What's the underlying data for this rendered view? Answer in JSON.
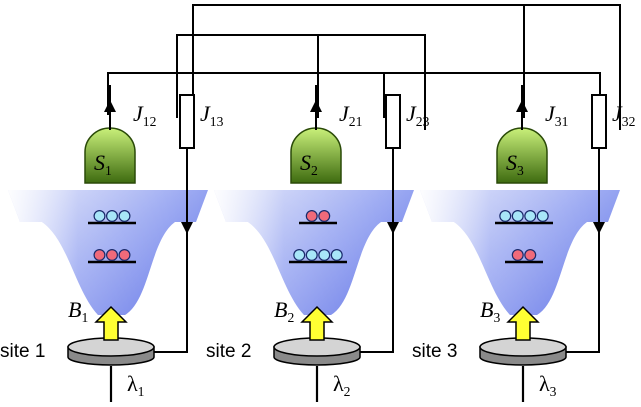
{
  "colors": {
    "gate_dark": "#3e6b10",
    "gate_light": "#c9f07a",
    "funnel_blue": "#7d8ff0",
    "funnel_white": "#ffffff",
    "arrow_fill": "#ffff33",
    "disk_top": "#d4d4d4",
    "disk_side": "#8a8a8a",
    "dot_cyan": "#a8e6f8",
    "dot_red": "#f06a7a"
  },
  "sites": [
    {
      "label": "site 1",
      "lambda": "λ",
      "lambda_sub": "1",
      "b": "B",
      "b_sub": "1",
      "s": "S",
      "s_sub": "1",
      "j_left": "J",
      "j_left_sub": "12",
      "j_right": "J",
      "j_right_sub": "13",
      "upper_level": {
        "color": "cyan",
        "count": 3
      },
      "lower_level": {
        "color": "red",
        "count": 3
      }
    },
    {
      "label": "site 2",
      "lambda": "λ",
      "lambda_sub": "2",
      "b": "B",
      "b_sub": "2",
      "s": "S",
      "s_sub": "2",
      "j_left": "J",
      "j_left_sub": "21",
      "j_right": "J",
      "j_right_sub": "23",
      "upper_level": {
        "color": "red",
        "count": 2
      },
      "lower_level": {
        "color": "cyan",
        "count": 4
      }
    },
    {
      "label": "site 3",
      "lambda": "λ",
      "lambda_sub": "3",
      "b": "B",
      "b_sub": "3",
      "s": "S",
      "s_sub": "3",
      "j_left": "J",
      "j_left_sub": "31",
      "j_right": "J",
      "j_right_sub": "32",
      "upper_level": {
        "color": "cyan",
        "count": 4
      },
      "lower_level": {
        "color": "red",
        "count": 2
      }
    }
  ]
}
